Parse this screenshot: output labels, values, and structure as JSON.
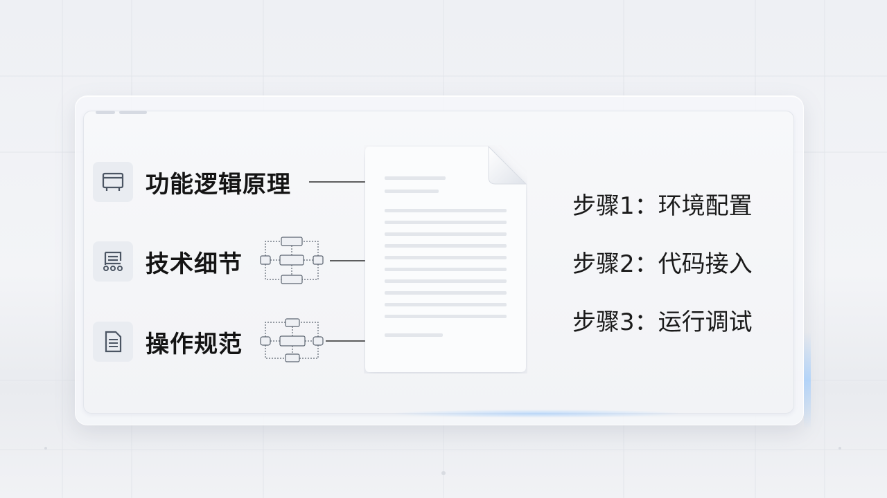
{
  "left_items": [
    {
      "label": "功能逻辑原理",
      "icon": "window-icon"
    },
    {
      "label": "技术细节",
      "icon": "tree-structure-icon"
    },
    {
      "label": "操作规范",
      "icon": "document-icon"
    }
  ],
  "steps": [
    {
      "label": "步骤1：环境配置"
    },
    {
      "label": "步骤2：代码接入"
    },
    {
      "label": "步骤3：运行调试"
    }
  ],
  "colors": {
    "text": "#141414",
    "accent_glow": "#a0cdff",
    "panel": "#f4f5f8",
    "line": "#2a2a2a"
  }
}
